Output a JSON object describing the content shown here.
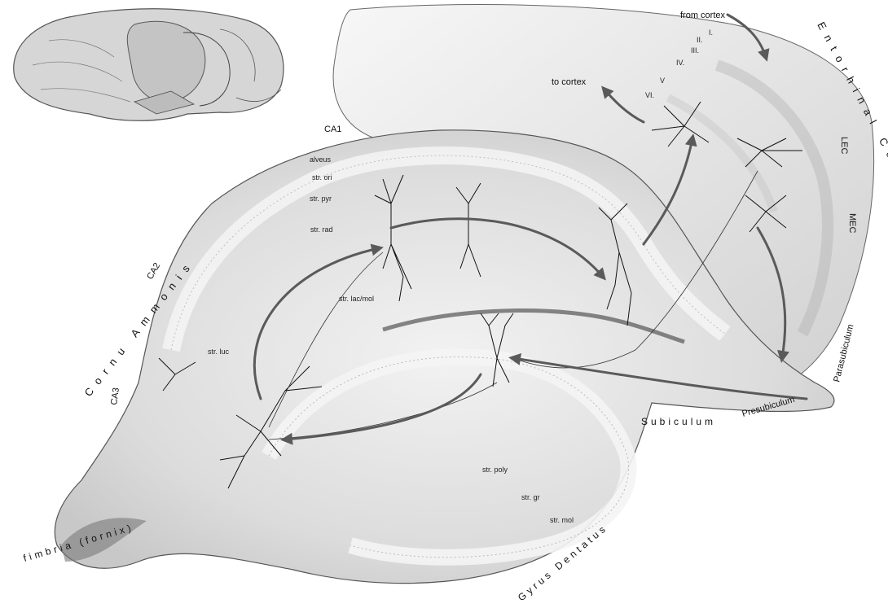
{
  "labels": {
    "from_cortex": "from cortex",
    "to_cortex": "to cortex",
    "layer_1": "I.",
    "layer_2": "II.",
    "layer_3": "III.",
    "layer_4": "IV.",
    "layer_5": "V",
    "layer_6": "VI.",
    "ca1": "CA1",
    "ca2": "CA2",
    "ca3": "CA3",
    "alveus": "alveus",
    "str_ori": "str. ori",
    "str_pyr": "str. pyr",
    "str_rad": "str. rad",
    "str_lac_mol": "str. lac/mol",
    "str_luc": "str. luc",
    "str_poly": "str. poly",
    "str_gr": "str. gr",
    "str_mol": "str. mol",
    "lec": "LEC",
    "mec": "MEC",
    "entorhinal_cortex": "Entorhinal Cortex",
    "cornu_ammonis": "Cornu Ammonis",
    "gyrus_dentatus": "Gyrus Dentatus",
    "subiculum": "Subiculum",
    "presubiculum": "Presubiculum",
    "parasubiculum": "Parasubiculum",
    "fimbria": "fimbria (fornix)"
  },
  "colors": {
    "tissue": "#d9d9d9",
    "tissue_dark": "#bdbdbd",
    "arrow": "#5a5a5a",
    "ink": "#111111"
  }
}
